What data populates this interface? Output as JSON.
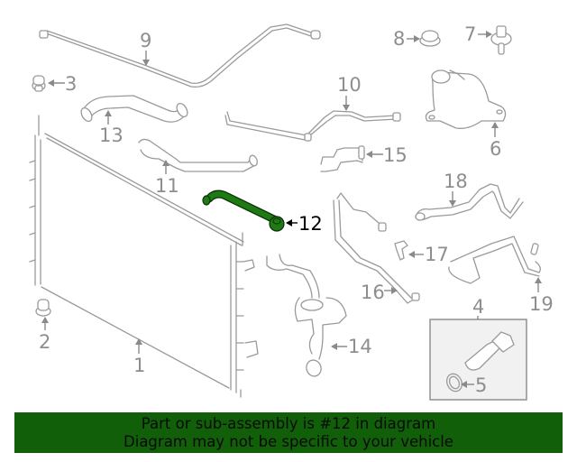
{
  "diagram": {
    "highlighted_part": "12",
    "highlight_color": "#1e7a12",
    "line_color": "#9a9a9a",
    "callouts": [
      {
        "id": "1",
        "label": "1",
        "part": "radiator"
      },
      {
        "id": "2",
        "label": "2",
        "part": "radiator-mount-bushing-lower"
      },
      {
        "id": "3",
        "label": "3",
        "part": "radiator-mount-bushing-upper"
      },
      {
        "id": "4",
        "label": "4",
        "part": "drain-plug-kit"
      },
      {
        "id": "5",
        "label": "5",
        "part": "o-ring"
      },
      {
        "id": "6",
        "label": "6",
        "part": "coolant-reservoir"
      },
      {
        "id": "7",
        "label": "7",
        "part": "reservoir-bolt"
      },
      {
        "id": "8",
        "label": "8",
        "part": "reservoir-cap"
      },
      {
        "id": "9",
        "label": "9",
        "part": "overflow-tube"
      },
      {
        "id": "10",
        "label": "10",
        "part": "coolant-line"
      },
      {
        "id": "11",
        "label": "11",
        "part": "lower-hose"
      },
      {
        "id": "12",
        "label": "12",
        "part": "bypass-hose"
      },
      {
        "id": "13",
        "label": "13",
        "part": "upper-hose"
      },
      {
        "id": "14",
        "label": "14",
        "part": "outlet-hose-assembly"
      },
      {
        "id": "15",
        "label": "15",
        "part": "heater-hose"
      },
      {
        "id": "16",
        "label": "16",
        "part": "vent-line"
      },
      {
        "id": "17",
        "label": "17",
        "part": "connector"
      },
      {
        "id": "18",
        "label": "18",
        "part": "return-hose"
      },
      {
        "id": "19",
        "label": "19",
        "part": "supply-hose"
      }
    ]
  },
  "banner": {
    "line1": "Part or sub-assembly is #12 in diagram",
    "line2": "Diagram may not be specific to your vehicle",
    "background": "#115f09"
  }
}
